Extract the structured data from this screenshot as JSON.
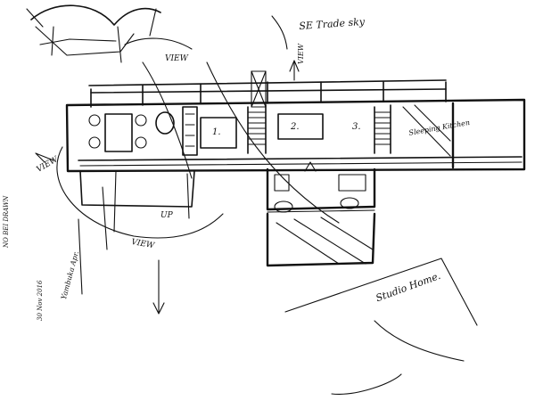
{
  "labels": {
    "top_note": "SE Trade sky",
    "view_top_left": "VIEW",
    "view_north": "VIEW",
    "view_west": "VIEW",
    "view_south": "VIEW",
    "room_1": "1.",
    "room_2": "2.",
    "room_3": "3.",
    "up": "UP",
    "margin_note_1": "NO BEI DRAWN",
    "margin_note_2": "Yambuka Apr.",
    "margin_note_3": "30 Nov 2016",
    "side_note": "Sleeping Kitchen",
    "studio_note": "Studio Home."
  },
  "colors": {
    "ink": "#111111",
    "paper": "#ffffff"
  }
}
